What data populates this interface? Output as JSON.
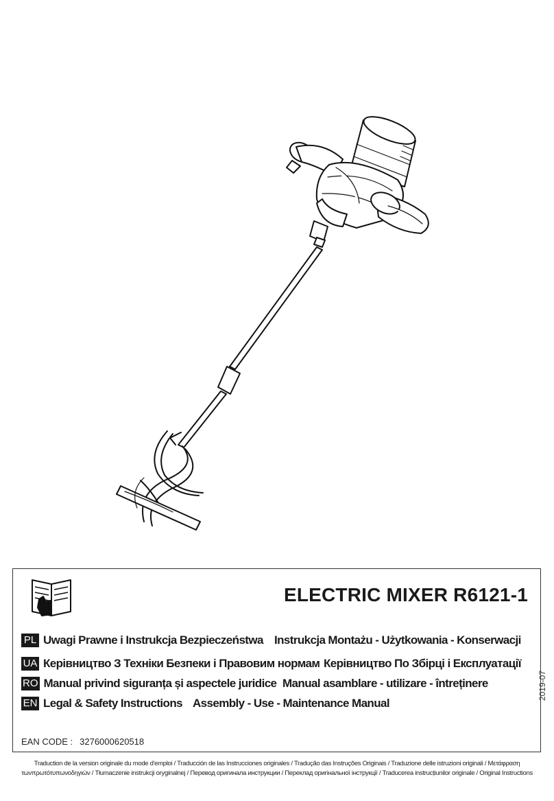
{
  "product": {
    "title": "ELECTRIC MIXER  R6121-1",
    "illustration_icon": "electric-mixer-drawing"
  },
  "manual_icon": "read-manual-icon",
  "languages": [
    {
      "code": "PL",
      "legal": "Uwagi Prawne i Instrukcja Bezpieczeństwa",
      "manual": "Instrukcja Montażu - Użytkowania - Konserwacji"
    },
    {
      "code": "UA",
      "legal": "Керівництво З Техніки Безпеки і Правовим нормам",
      "manual": "Керівництво По Збірці і Експлуатації"
    },
    {
      "code": "RO",
      "legal": "Manual privind siguranța și aspectele juridice",
      "manual": "Manual asamblare - utilizare - întreținere"
    },
    {
      "code": "EN",
      "legal": "Legal & Safety Instructions",
      "manual": "Assembly - Use - Maintenance Manual"
    }
  ],
  "edition_date": "2019-07",
  "ean": {
    "label": "EAN CODE :",
    "value": "3276000620518"
  },
  "translation_note": {
    "line1": "Traduction de la version originale du mode d'emploi / Traducción de las Instrucciones originales / Tradução das Instruções Originais / Traduzione delle istruzioni originali / Μετάφραση",
    "line2": "τωνπρωτότυπωνοδηγιών / Tłumaczenie instrukcji oryginalnej / Перевод оригинала инструкции / Переклад оригінальної інструкції / Traducerea instrucțiunilor originale / Original Instructions"
  }
}
